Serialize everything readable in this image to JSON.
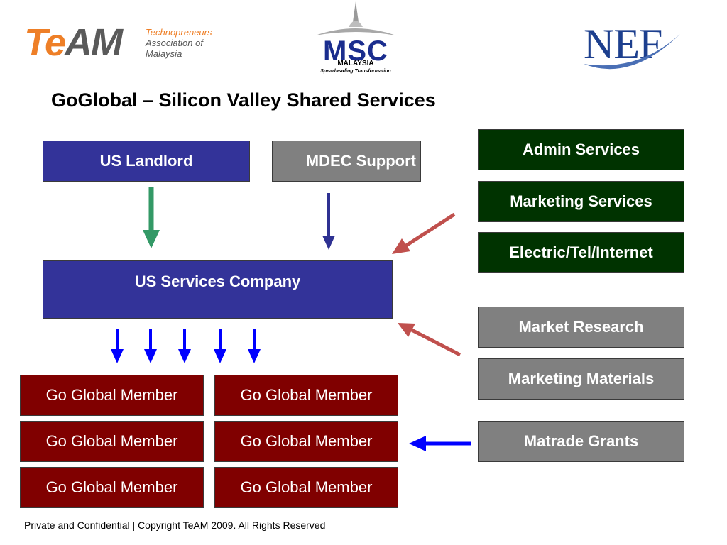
{
  "logos": {
    "team": {
      "wordmark_te": "Te",
      "wordmark_am": "AM",
      "line1": "Technopreneurs",
      "line2": "Association of",
      "line3": "Malaysia"
    },
    "msc": {
      "wordmark": "MSC",
      "country": "MALAYSIA",
      "tagline": "Spearheading Transformation"
    },
    "nef": {
      "wordmark": "NEF"
    }
  },
  "title": "GoGlobal – Silicon Valley Shared Services",
  "sources": {
    "us_landlord": "US Landlord",
    "mdec_support": "MDEC Support"
  },
  "hub": "US Services Company",
  "services_group_1": [
    "Admin Services",
    "Marketing Services",
    "Electric/Tel/Internet"
  ],
  "services_group_2": [
    "Market Research",
    "Marketing Materials"
  ],
  "grants": "Matrade Grants",
  "members": [
    "Go Global Member",
    "Go Global Member",
    "Go Global Member",
    "Go Global Member",
    "Go Global Member",
    "Go Global Member"
  ],
  "footer": "Private and Confidential | Copyright TeAM 2009. All Rights Reserved",
  "colors": {
    "navy": "#333399",
    "grey": "#808080",
    "dark_green": "#003300",
    "maroon": "#800000",
    "arrow_green": "#339966",
    "arrow_blue": "#0000ff",
    "arrow_navy": "#2e3192",
    "arrow_red": "#c0504d"
  }
}
